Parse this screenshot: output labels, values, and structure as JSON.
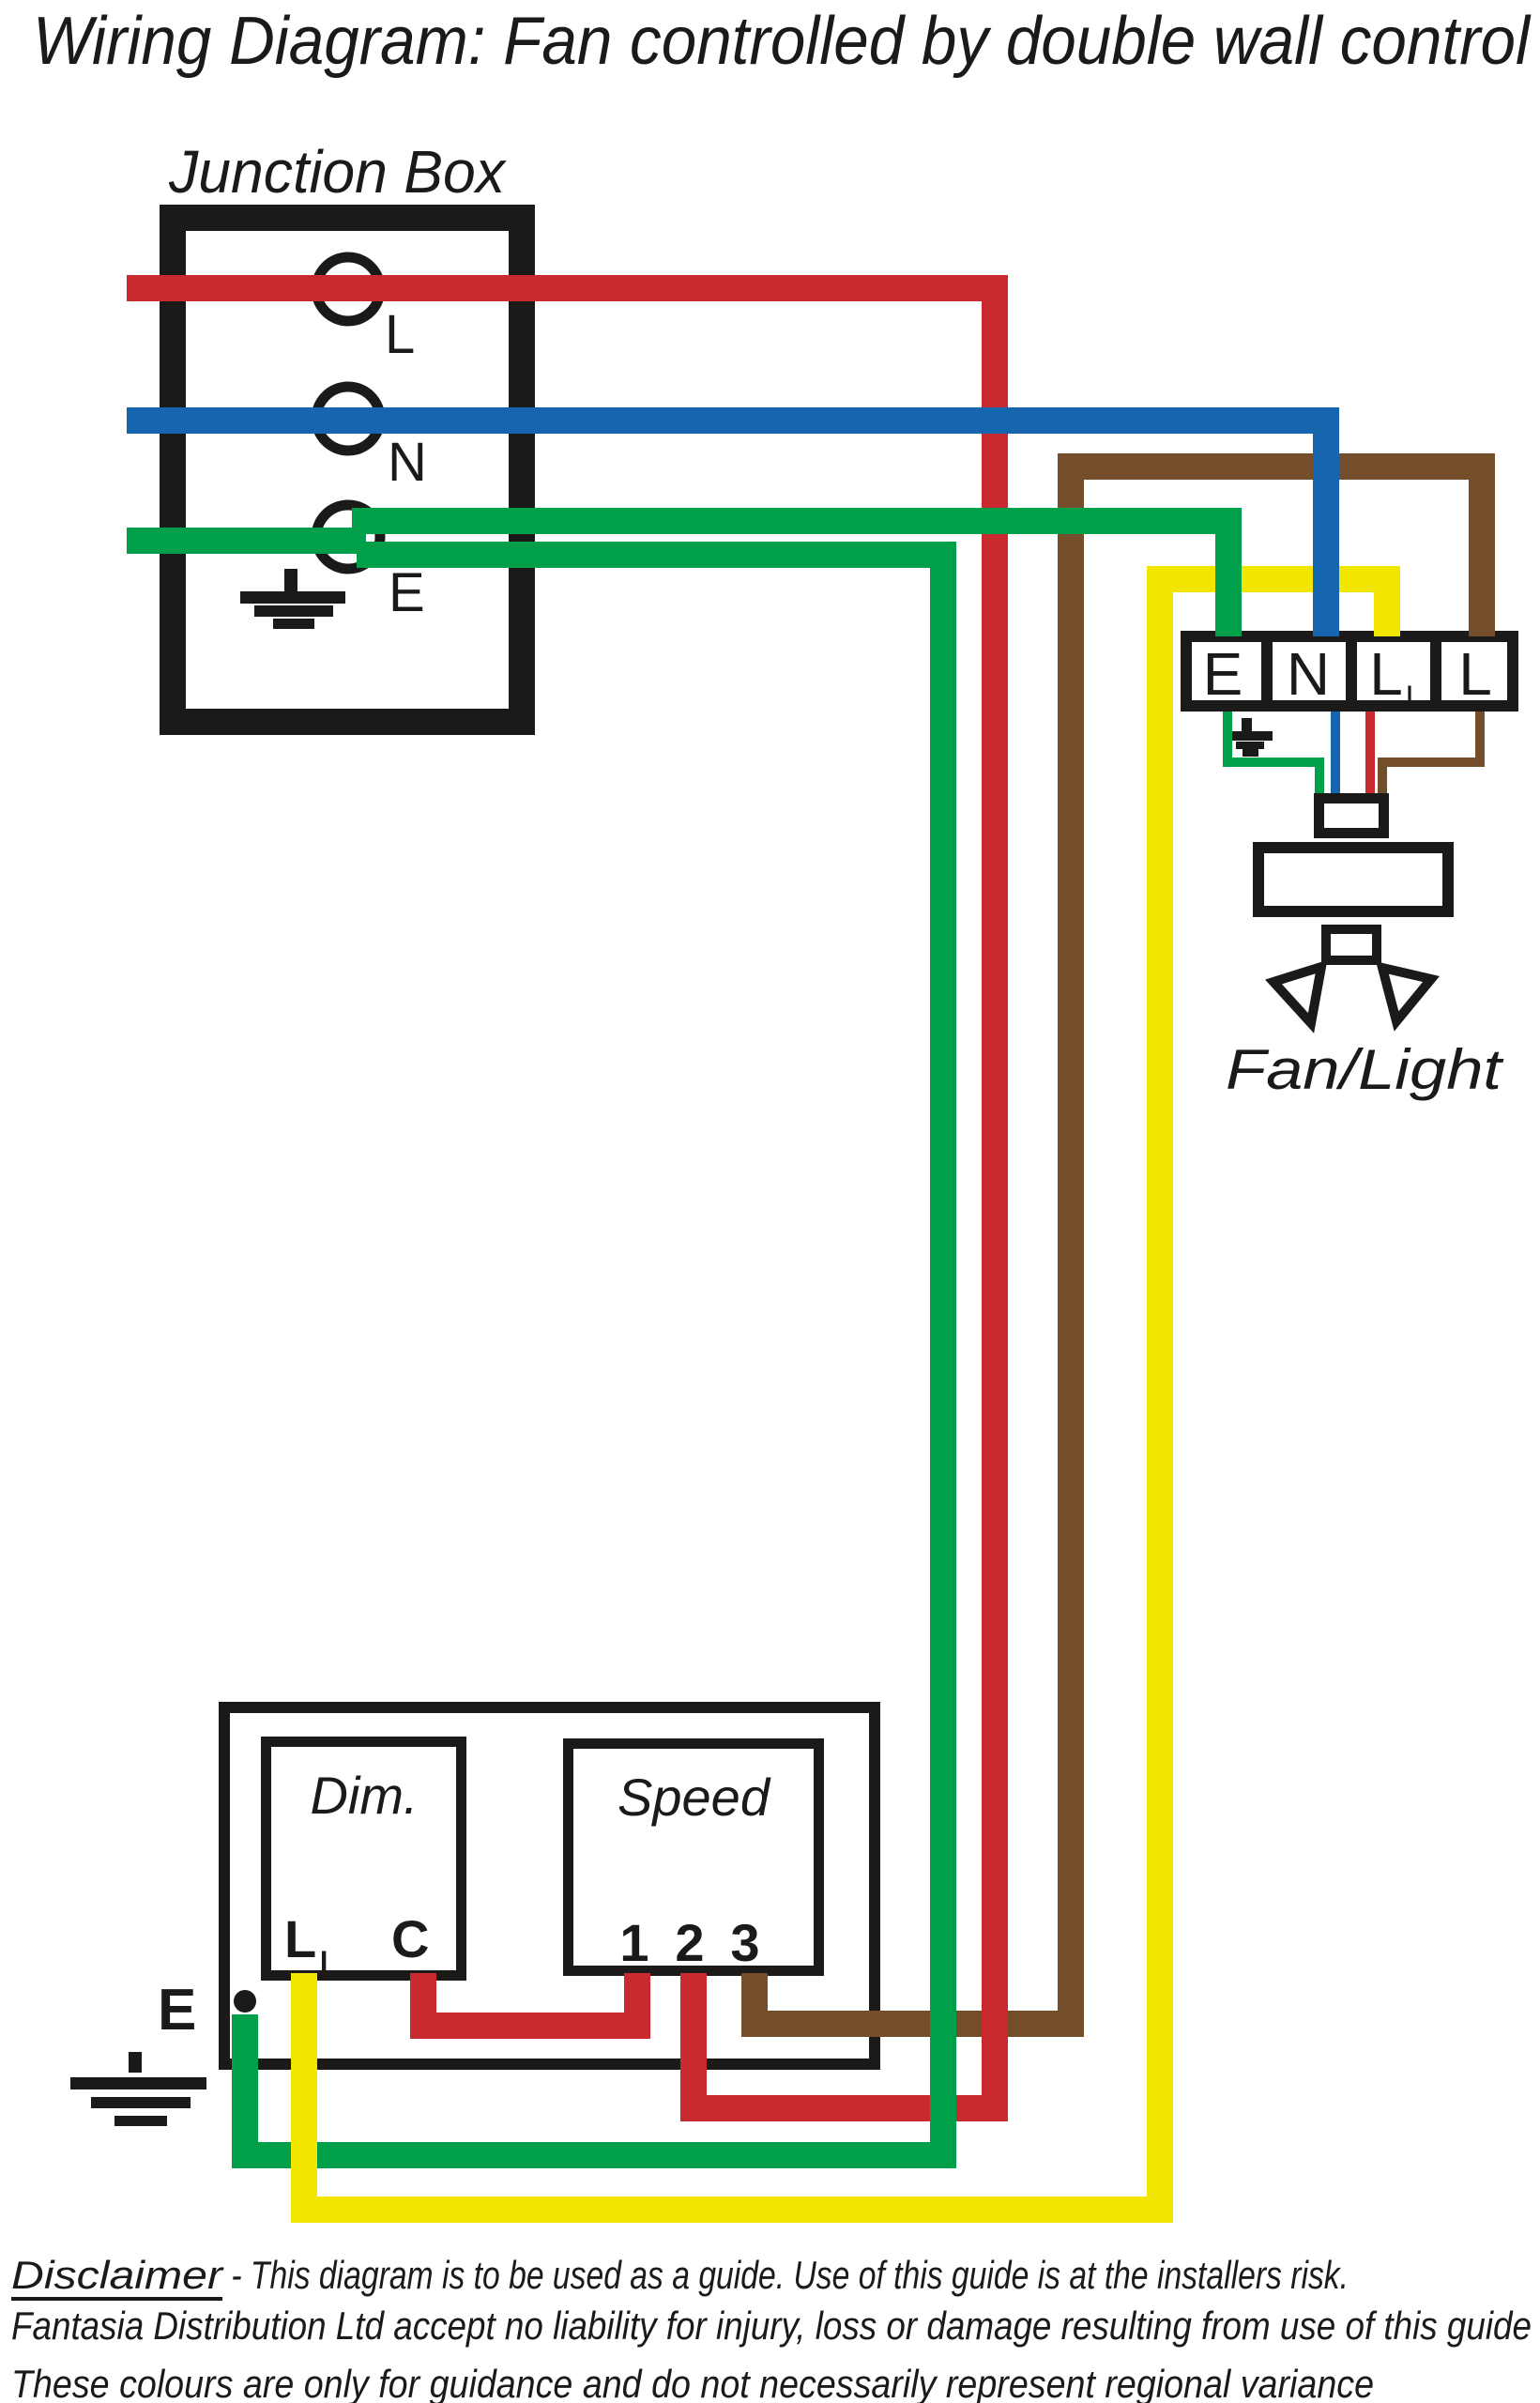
{
  "title": "Wiring Diagram: Fan controlled by double wall control",
  "colors": {
    "red": "#c82a30",
    "blue": "#1565af",
    "green": "#00a04b",
    "yellow": "#f2e600",
    "brown": "#744e2b",
    "black": "#1c1a18"
  },
  "junction_box": {
    "label": "Junction Box",
    "terminal_l": "L",
    "terminal_n": "N",
    "terminal_e": "E"
  },
  "fan": {
    "label": "Fan/Light",
    "block_e": "E",
    "block_n": "N",
    "block_l1_main": "L",
    "block_l1_sub": "I",
    "block_l": "L"
  },
  "wall_control": {
    "dimmer_label": "Dim.",
    "dimmer_terminal_l_main": "L",
    "dimmer_terminal_l_sub": "I",
    "dimmer_terminal_c": "C",
    "speed_label": "Speed",
    "speed_terminal_1": "1",
    "speed_terminal_2": "2",
    "speed_terminal_3": "3",
    "earth_label": "E"
  },
  "disclaimer": {
    "line1_word": "Disclaimer",
    "line1_rest": " - This diagram is to be used as a guide.  Use of this guide is at the installers risk.",
    "line2": "Fantasia Distribution Ltd accept no liability for injury, loss or damage resulting from use of this guide",
    "line3": "These colours are only for guidance and do not necessarily represent regional variance"
  }
}
